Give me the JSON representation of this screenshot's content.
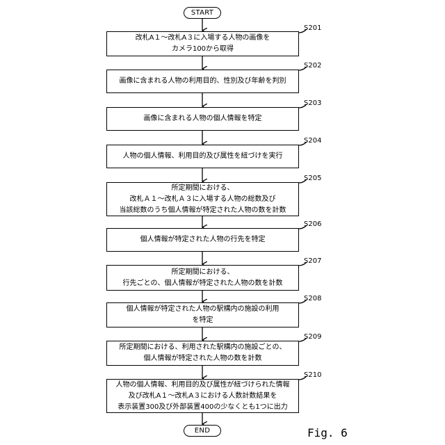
{
  "flowchart": {
    "start_label": "START",
    "end_label": "END",
    "steps": [
      {
        "id": "S201",
        "lines": [
          "改札A１～改札A３に入場する人物の画像を",
          "カメラ100から取得"
        ]
      },
      {
        "id": "S202",
        "lines": [
          "画像に含まれる人物の利用目的、性別及び年齢を判別"
        ]
      },
      {
        "id": "S203",
        "lines": [
          "画像に含まれる人物の個人情報を特定"
        ]
      },
      {
        "id": "S204",
        "lines": [
          "人物の個人情報、利用目的及び属性を紐づけを実行"
        ]
      },
      {
        "id": "S205",
        "lines": [
          "所定期間における、",
          "改札Ａ１～改札Ａ３に入場する人物の総数及び",
          "当該総数のうち個人情報が特定された人物の数を計数"
        ]
      },
      {
        "id": "S206",
        "lines": [
          "個人情報が特定された人物の行先を特定"
        ]
      },
      {
        "id": "S207",
        "lines": [
          "所定期間における、",
          "行先ごとの、個人情報が特定された人物の数を計数"
        ]
      },
      {
        "id": "S208",
        "lines": [
          "個人情報が特定された人物の駅構内の施設の利用",
          "を特定"
        ]
      },
      {
        "id": "S209",
        "lines": [
          "所定期間における、利用された駅構内の施設ごとの、",
          "個人情報が特定された人物の数を計数"
        ]
      },
      {
        "id": "S210",
        "lines": [
          "人物の個人情報、利用目的及び属性が紐づけられた情報",
          "及び改札A１～改札A３における人数計数結果を",
          "表示装置300及び外部装置400の少なくとも1つに出力"
        ]
      }
    ]
  },
  "figure_label": "Fig. 6"
}
